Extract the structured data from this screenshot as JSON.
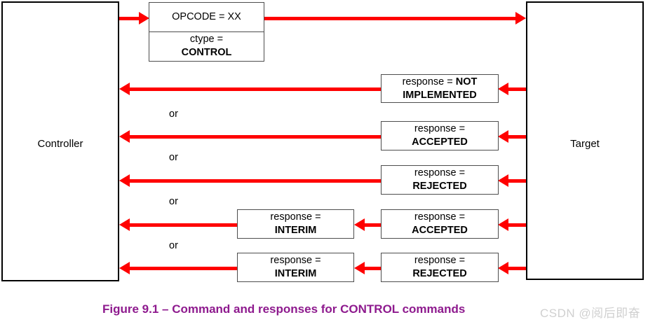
{
  "diagram": {
    "actors": [
      {
        "id": "controller",
        "label": "Controller"
      },
      {
        "id": "target",
        "label": "Target"
      }
    ],
    "command_box": {
      "line1": "OPCODE = XX",
      "line2a": "ctype =",
      "line2b": "CONTROL"
    },
    "or_labels": [
      "or",
      "or",
      "or",
      "or"
    ],
    "responses": [
      {
        "id": "not-implemented",
        "prefix": "response = ",
        "value_inline": "NOT",
        "value_second_line": "IMPLEMENTED",
        "two_line_value": true
      },
      {
        "id": "accepted-1",
        "prefix": "response =",
        "value": "ACCEPTED"
      },
      {
        "id": "rejected-1",
        "prefix": "response =",
        "value": "REJECTED"
      },
      {
        "id": "accepted-2",
        "prefix": "response =",
        "value": "ACCEPTED"
      },
      {
        "id": "rejected-2",
        "prefix": "response =",
        "value": "REJECTED"
      }
    ],
    "interim_responses": [
      {
        "id": "interim-1",
        "prefix": "response =",
        "value": "INTERIM"
      },
      {
        "id": "interim-2",
        "prefix": "response =",
        "value": "INTERIM"
      }
    ],
    "colors": {
      "arrow": "#ff0000",
      "caption": "#8e1a8e",
      "actor_border": "#000000",
      "msgbox_border": "#4d4d4d",
      "watermark": "#d0d0d0"
    }
  },
  "caption": {
    "text": "Figure 9.1 – Command and responses for CONTROL commands"
  },
  "watermark": {
    "text": "CSDN @阅后即奋"
  }
}
